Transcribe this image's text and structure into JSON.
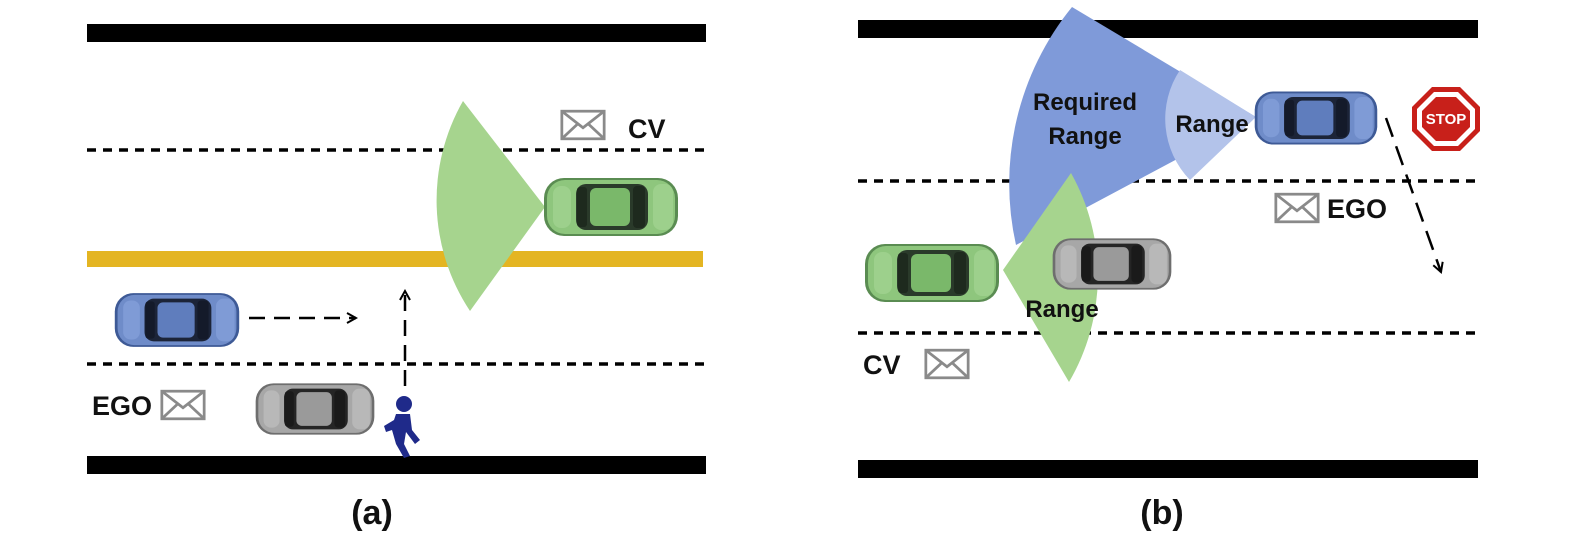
{
  "panels": [
    {
      "caption": "(a)",
      "labels": {
        "cv": "CV",
        "ego": "EGO"
      }
    },
    {
      "caption": "(b)",
      "labels": {
        "required_range": [
          "Required",
          "Range"
        ],
        "sensor_range_blue": "Range",
        "sensor_range_green": "Range",
        "ego": "EGO",
        "cv": "CV",
        "stop_sign": "STOP"
      }
    }
  ],
  "colors": {
    "road_edge": "#000000",
    "center_line": "#e4b522",
    "green_sensor": "#a6d48e",
    "blue_required": "#7f9ad9",
    "blue_range": "#b3c3ea",
    "stop_sign": "#c8201a",
    "pedestrian": "#1f2a8a",
    "envelope": "#8a8a8a"
  },
  "icons": [
    "envelope-icon",
    "pedestrian-icon",
    "stop-sign-icon",
    "car-icon"
  ]
}
